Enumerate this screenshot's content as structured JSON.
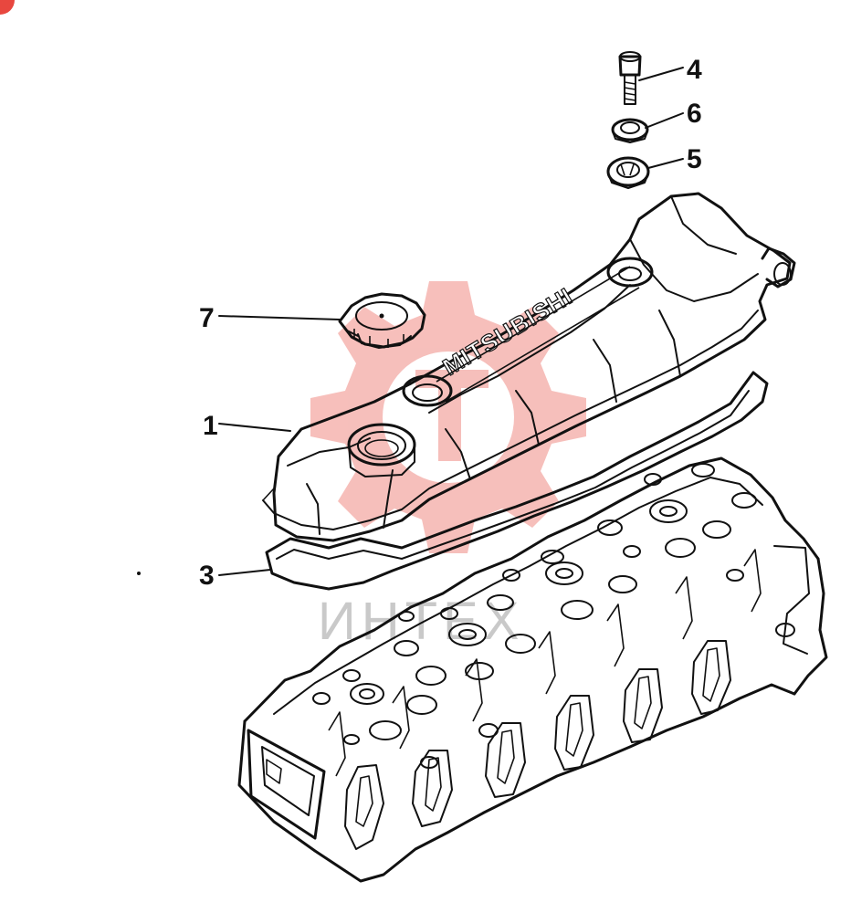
{
  "diagram": {
    "logo_text": "MITSUBISHI",
    "watermark_text": "ИНТЕХ",
    "accent_color": "#e8473f",
    "watermark_color": "#f08b84",
    "line_color": "#111111",
    "callouts": [
      {
        "id": "4",
        "label": "4",
        "part": "bolt"
      },
      {
        "id": "6",
        "label": "6",
        "part": "washer"
      },
      {
        "id": "5",
        "label": "5",
        "part": "seal-grommet"
      },
      {
        "id": "7",
        "label": "7",
        "part": "oil-filler-cap"
      },
      {
        "id": "1",
        "label": "1",
        "part": "rocker-cover"
      },
      {
        "id": "3",
        "label": "3",
        "part": "rocker-cover-gasket"
      }
    ]
  }
}
